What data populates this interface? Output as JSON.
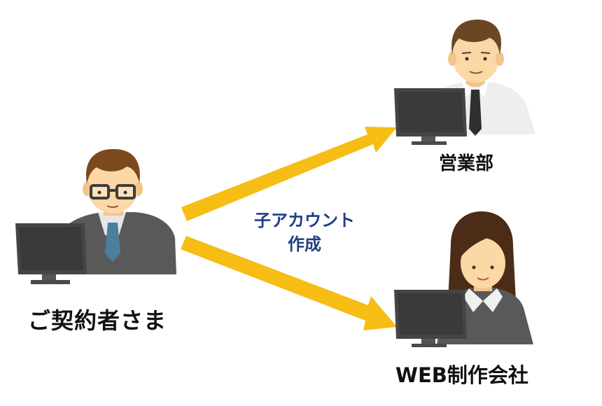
{
  "nodes": {
    "contractor": {
      "label": "ご契約者さま"
    },
    "sales": {
      "label": "営業部"
    },
    "web": {
      "label": "WEB制作会社"
    }
  },
  "arrow_label": {
    "line1": "子アカウント",
    "line2": "作成"
  },
  "colors": {
    "arrow": "#f6bd15",
    "arrow_text": "#1f3f84",
    "monitor": "#4a4a4a",
    "suit": "#595959",
    "skin": "#fbd8a5",
    "hair_brown": "#7a4a1e",
    "hair_dark": "#4b2c16"
  }
}
